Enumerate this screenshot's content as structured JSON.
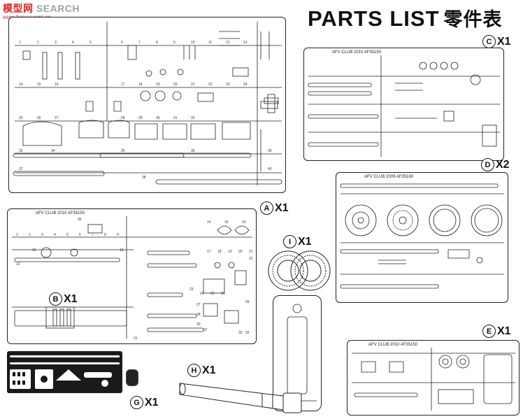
{
  "watermark": {
    "brand_left": "模型",
    "brand_mid": "网",
    "brand_right": "SEARCH",
    "url": "www.hasuu.com.cn"
  },
  "header": {
    "title": "PARTS LIST",
    "title_cn": "零件表"
  },
  "sprues": {
    "A": {
      "letter": "A",
      "qty": "X1"
    },
    "B": {
      "letter": "B",
      "qty": "X1",
      "stamp": "AFV CLUB 2010 AF35150"
    },
    "C": {
      "letter": "C",
      "qty": "X1",
      "stamp": "AFV CLUB 2010 AF35150"
    },
    "D": {
      "letter": "D",
      "qty": "X2",
      "stamp": "AFV CLUB 2009 AF35160"
    },
    "E": {
      "letter": "E",
      "qty": "X1",
      "stamp": "AFV CLUB 2010 AF35150"
    },
    "G": {
      "letter": "G",
      "qty": "X1"
    },
    "H": {
      "letter": "H",
      "qty": "X1"
    },
    "I": {
      "letter": "I",
      "qty": "X1"
    }
  },
  "part_numbers": {
    "A_rail": [
      "1",
      "2",
      "3",
      "4",
      "5",
      "6",
      "7",
      "8",
      "9",
      "10",
      "11",
      "12",
      "13",
      "14",
      "15",
      "16",
      "17",
      "18",
      "19",
      "20",
      "21",
      "22",
      "23",
      "24",
      "25",
      "26",
      "27",
      "28",
      "29",
      "30",
      "31",
      "32",
      "33",
      "34",
      "35",
      "36",
      "37",
      "38",
      "39",
      "40"
    ],
    "B_numbers": [
      "1",
      "2",
      "3",
      "4",
      "5",
      "6",
      "7",
      "8",
      "9",
      "10",
      "13",
      "14",
      "15",
      "16",
      "17",
      "18",
      "19",
      "20",
      "21",
      "22",
      "23",
      "24",
      "25",
      "26",
      "27",
      "28",
      "29",
      "30",
      "31",
      "32",
      "33",
      "35",
      "36",
      "37"
    ]
  }
}
